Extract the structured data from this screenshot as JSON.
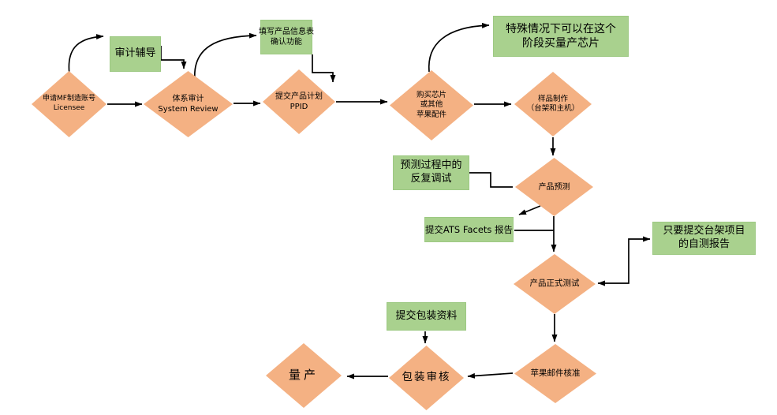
{
  "colors": {
    "process_fill": "#F4B183",
    "note_fill": "#A9D18E",
    "connector": "#000000",
    "background": "#FFFFFF"
  },
  "nodes": {
    "licensee": {
      "line1": "申请MF制造账号",
      "line2": "Licensee"
    },
    "system_review": {
      "line1": "体系审计",
      "line2": "System Review"
    },
    "ppid": {
      "line1": "提交产品计划",
      "line2": "PPID"
    },
    "buy_chips": {
      "line1": "购买芯片",
      "line2": "或其他",
      "line3": "苹果配件"
    },
    "sample_build": {
      "line1": "样品制作",
      "line2": "（台架和主机）"
    },
    "product_forecast": {
      "line1": "产品预测"
    },
    "formal_test": {
      "line1": "产品正式测试"
    },
    "apple_email_approval": {
      "line1": "苹果邮件核准"
    },
    "packaging_review": {
      "line1": "包装审核"
    },
    "mass_production": {
      "line1": "量产"
    }
  },
  "notes": {
    "audit_coaching": {
      "line1": "审计辅导"
    },
    "product_info_form": {
      "line1": "填写产品信息表",
      "line2": "确认功能"
    },
    "special_case_chips": {
      "line1": "特殊情况下可以在这个",
      "line2": "阶段买量产芯片"
    },
    "forecast_debugging": {
      "line1": "预测过程中的",
      "line2": "反复调试"
    },
    "ats_facets_report": {
      "line1": "提交ATS Facets 报告"
    },
    "bench_self_test_report": {
      "line1": "只要提交台架项目",
      "line2": "的自测报告"
    },
    "packaging_materials": {
      "line1": "提交包装资料"
    }
  }
}
